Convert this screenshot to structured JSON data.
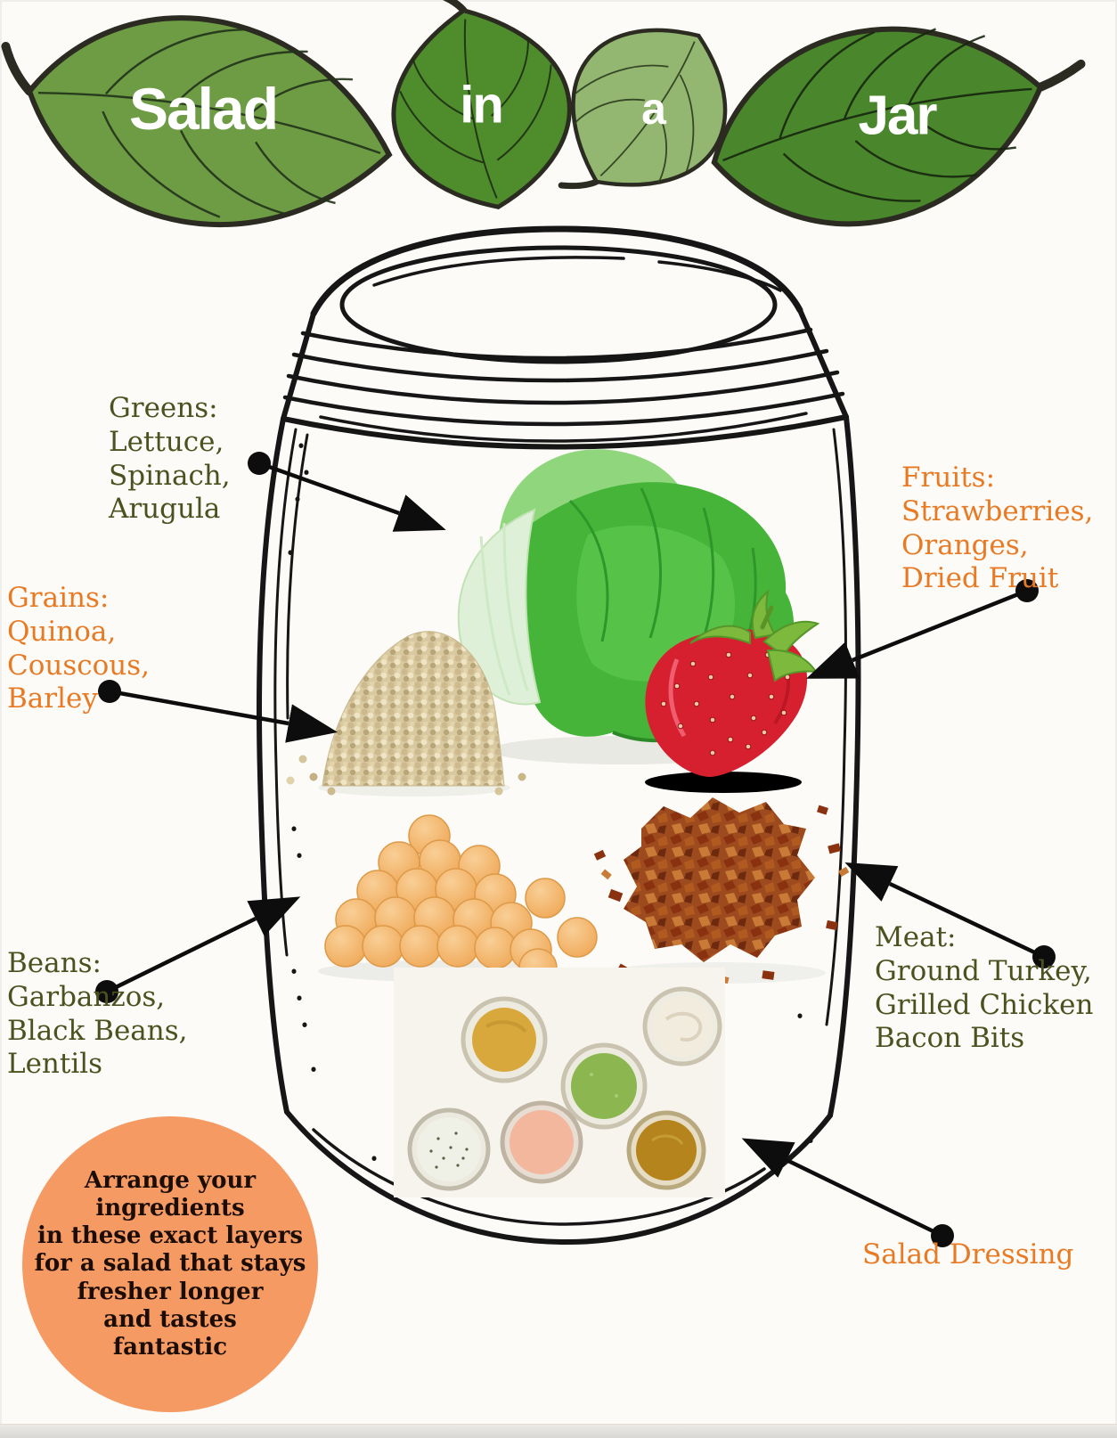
{
  "title": {
    "words": [
      "Salad",
      "in",
      "a",
      "Jar"
    ]
  },
  "labels": {
    "greens": {
      "text": "Greens:\nLettuce,\nSpinach,\nArugula",
      "color": "#4c521f"
    },
    "fruits": {
      "text": "Fruits:\nStrawberries,\nOranges,\nDried Fruit",
      "color": "#e87a24"
    },
    "grains": {
      "text": "Grains:\nQuinoa,\nCouscous,\nBarley",
      "color": "#e87a24"
    },
    "beans": {
      "text": "Beans:\nGarbanzos,\nBlack Beans,\nLentils",
      "color": "#4c521f"
    },
    "meat": {
      "text": "Meat:\nGround Turkey,\nGrilled Chicken\nBacon Bits",
      "color": "#4c521f"
    },
    "dressing": {
      "text": "Salad Dressing",
      "color": "#e87a24"
    }
  },
  "callout": {
    "text": "Arrange your\ningredients\nin these exact layers\nfor a salad that stays\nfresher longer\nand tastes\nfantastic",
    "background": "#f59a63"
  },
  "jar_contents": [
    "lettuce",
    "quinoa",
    "strawberry",
    "chickpeas",
    "bacon-bits",
    "dressing-jars"
  ],
  "colors": {
    "leaf_dark_green": "#4e8c2c",
    "leaf_medium_green": "#6d9c44",
    "leaf_light_green": "#93b671",
    "olive_text": "#4c521f",
    "orange_text": "#e87a24",
    "callout_circle": "#f59a63",
    "arrow_black": "#0d0d0d",
    "strawberry_red": "#d6202f",
    "chickpea_tan": "#efa958",
    "quinoa_beige": "#d8c9a0"
  }
}
